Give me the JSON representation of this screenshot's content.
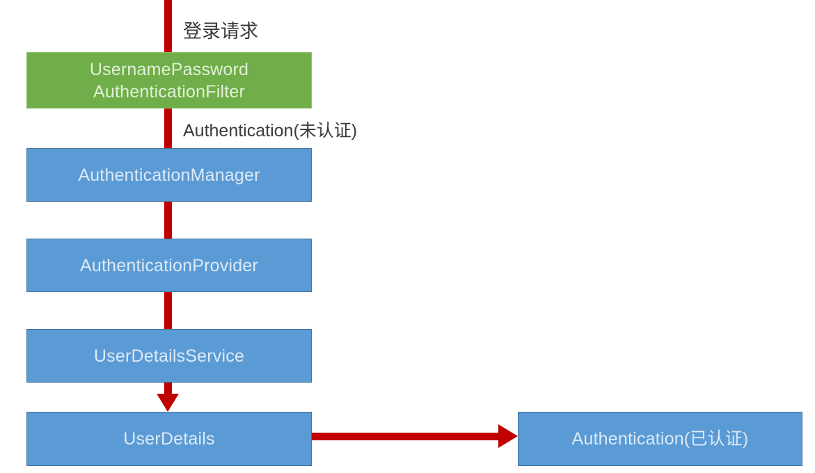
{
  "diagram": {
    "title": "Spring Security authentication flow",
    "colors": {
      "green_fill": "#6FAE48",
      "blue_fill": "#5B9BD5",
      "connector_red": "#C00000",
      "node_text": "#deebf7",
      "label_text": "#3a3a3a",
      "background": "#ffffff"
    },
    "nodes": [
      {
        "id": "filter",
        "label": "UsernamePassword\nAuthenticationFilter",
        "fill": "green"
      },
      {
        "id": "manager",
        "label": "AuthenticationManager",
        "fill": "blue"
      },
      {
        "id": "provider",
        "label": "AuthenticationProvider",
        "fill": "blue"
      },
      {
        "id": "uds",
        "label": "UserDetailsService",
        "fill": "blue"
      },
      {
        "id": "details",
        "label": "UserDetails",
        "fill": "blue"
      },
      {
        "id": "authed",
        "label": "Authentication(已认证)",
        "fill": "blue"
      }
    ],
    "edge_labels": [
      {
        "id": "login-request",
        "text": "登录请求"
      },
      {
        "id": "authentication-unauth",
        "text": "Authentication(未认证)"
      }
    ]
  }
}
